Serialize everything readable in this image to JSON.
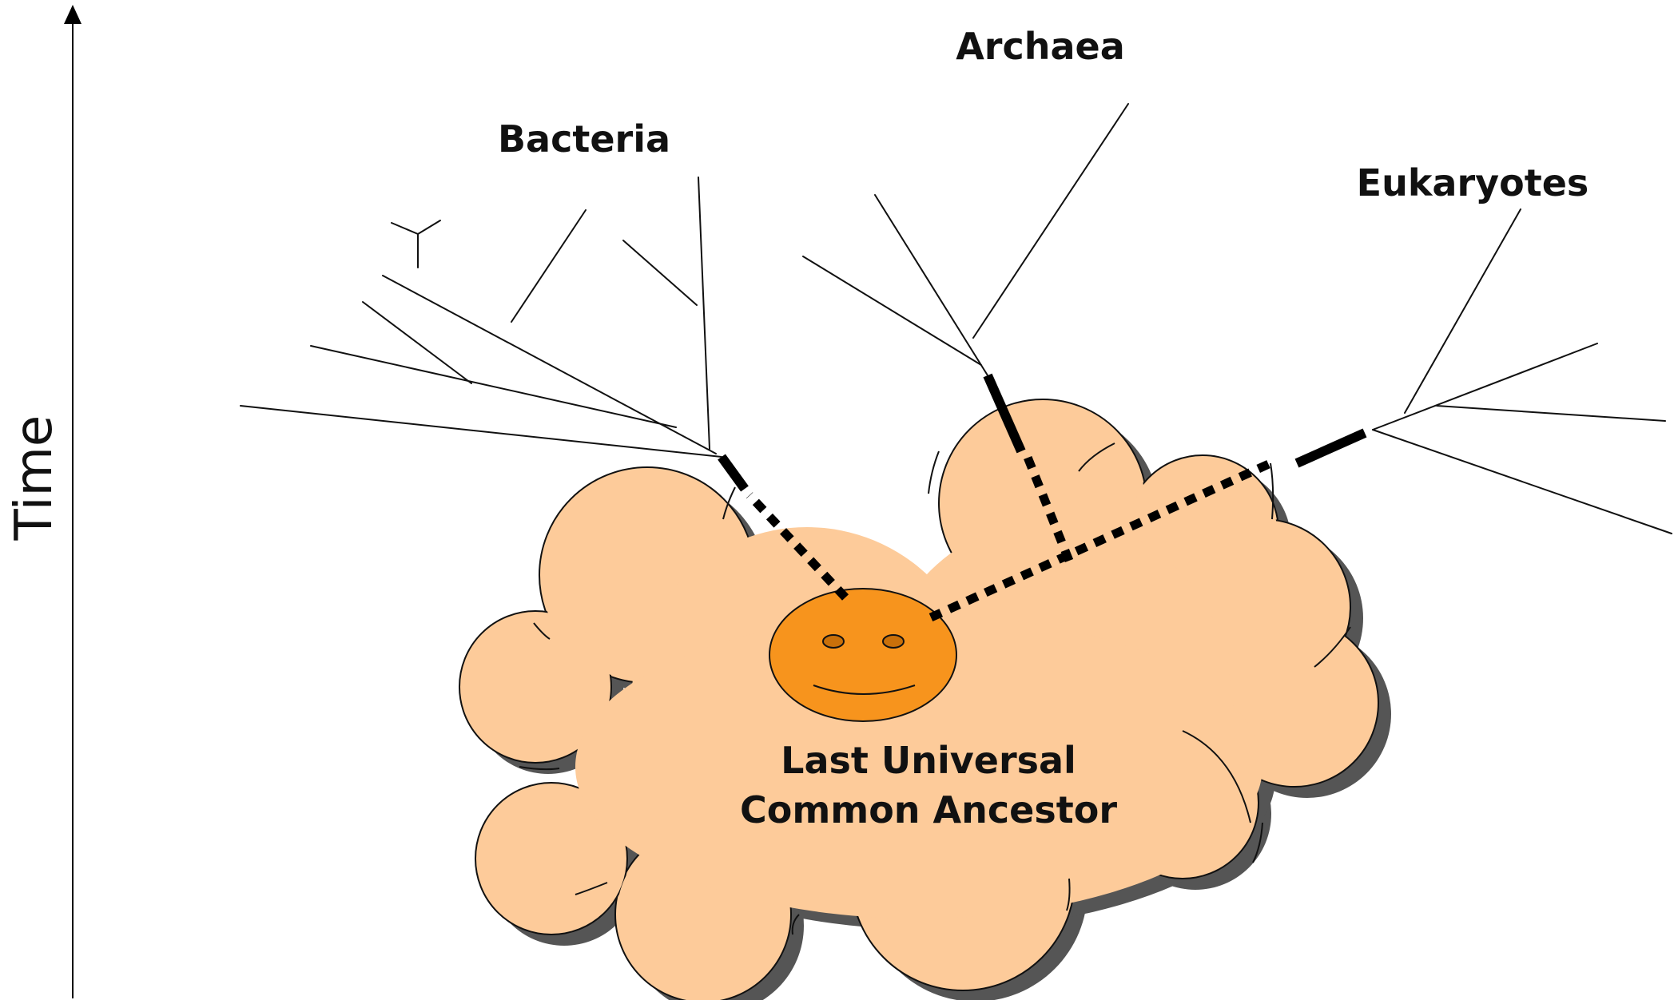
{
  "axis": {
    "label": "Time"
  },
  "groups": {
    "bacteria": "Bacteria",
    "archaea": "Archaea",
    "eukaryotes": "Eukaryotes"
  },
  "ancestor": {
    "line1": "Last Universal",
    "line2": "Common Ancestor"
  },
  "colors": {
    "cloud_fill": "#FDCB9A",
    "cloud_shadow": "#555555",
    "face_fill": "#F7941D",
    "line": "#000000"
  }
}
